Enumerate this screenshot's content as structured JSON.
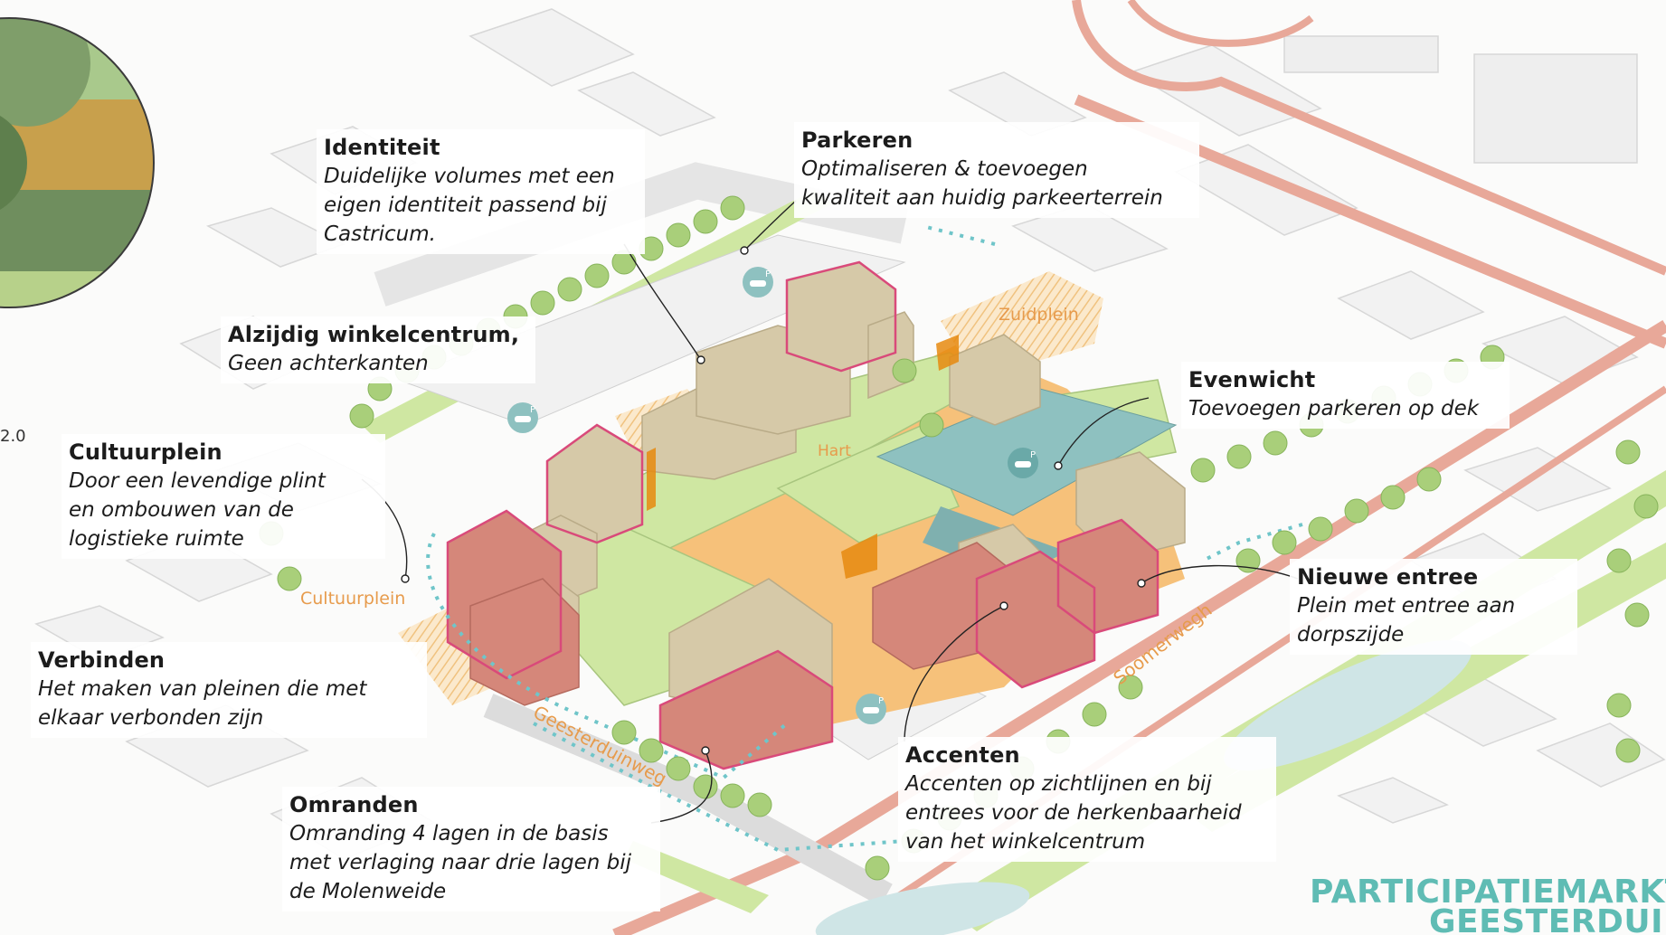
{
  "callouts": {
    "identiteit": {
      "title": "Identiteit",
      "lines": [
        "Duidelijke volumes met een",
        "eigen identiteit passend bij",
        "Castricum."
      ]
    },
    "parkeren": {
      "title": "Parkeren",
      "lines": [
        "Optimaliseren & toevoegen",
        "kwaliteit aan huidig parkeerterrein"
      ]
    },
    "alzijdig": {
      "title": "Alzijdig winkelcentrum,",
      "lines": [
        "Geen achterkanten"
      ]
    },
    "cultuurplein": {
      "title": "Cultuurplein",
      "lines": [
        "Door een levendige plint",
        "en ombouwen van de",
        "logistieke ruimte"
      ]
    },
    "evenwicht": {
      "title": "Evenwicht",
      "lines": [
        "Toevoegen parkeren op dek"
      ]
    },
    "nieuwe_entree": {
      "title": "Nieuwe entree",
      "lines": [
        "Plein met entree aan",
        "dorpszijde"
      ]
    },
    "verbinden": {
      "title": "Verbinden",
      "lines": [
        "Het maken van pleinen die met",
        "elkaar verbonden zijn"
      ]
    },
    "accenten": {
      "title": "Accenten",
      "lines": [
        "Accenten op zichtlijnen en bij",
        "entrees voor de herkenbaarheid",
        "van het winkelcentrum"
      ]
    },
    "omranden": {
      "title": "Omranden",
      "lines": [
        "Omranding 4 lagen in de basis",
        "met verlaging naar drie lagen bij",
        "de Molenweide"
      ]
    }
  },
  "map_labels": {
    "zuidplein": "Zuidplein",
    "hart": "Hart",
    "cultuurplein": "Cultuurplein",
    "geesterduinweg": "Geesterduinweg",
    "soomerwegh": "Soomerwegh",
    "version": "2.0"
  },
  "parking_sign": "P",
  "brand": {
    "line1": "PARTICIPATIEMARKT",
    "line2": "GEESTERDUIN"
  },
  "icons": {
    "parking": "car-parking-icon",
    "tree": "tree-icon",
    "arrow": "route-arrow-icon"
  },
  "colors": {
    "green": "#c9e39a",
    "brick": "#d5877a",
    "tan": "#d6c9a8",
    "orange_plaza": "#f6c17a",
    "deck": "#8ec1c0",
    "accent_pink": "#d94a7a",
    "road": "#e7a79a",
    "brand": "#5fbcb4",
    "label_orange": "#e79b4c"
  }
}
